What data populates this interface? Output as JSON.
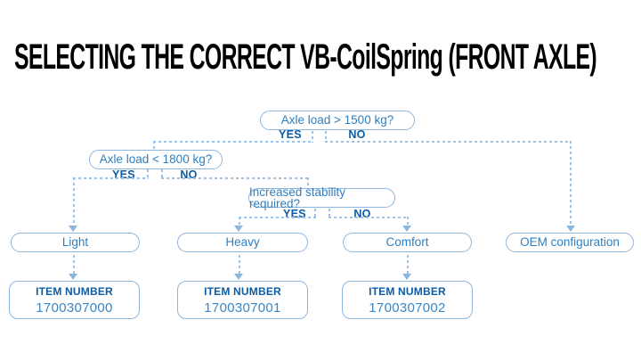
{
  "page": {
    "title": "SELECTING THE CORRECT VB-CoilSpring (FRONT AXLE)"
  },
  "colors": {
    "question_text": "#2e7fc1",
    "branch_label": "#0b5ca6",
    "box_border": "#8db6de",
    "dashed_line": "#9cc2e5",
    "title": "#000000",
    "background": "#ffffff"
  },
  "flowchart": {
    "decisions": [
      {
        "question": "Axle load > 1500 kg?",
        "yes": "YES",
        "no": "NO"
      },
      {
        "question": "Axle load < 1800 kg?",
        "yes": "YES",
        "no": "NO"
      },
      {
        "question": "Increased stability required?",
        "yes": "YES",
        "no": "NO"
      }
    ],
    "outcomes": [
      {
        "label": "Light",
        "item_label": "ITEM NUMBER",
        "item_number": "1700307000"
      },
      {
        "label": "Heavy",
        "item_label": "ITEM NUMBER",
        "item_number": "1700307001"
      },
      {
        "label": "Comfort",
        "item_label": "ITEM NUMBER",
        "item_number": "1700307002"
      },
      {
        "label": "OEM configuration"
      }
    ]
  }
}
